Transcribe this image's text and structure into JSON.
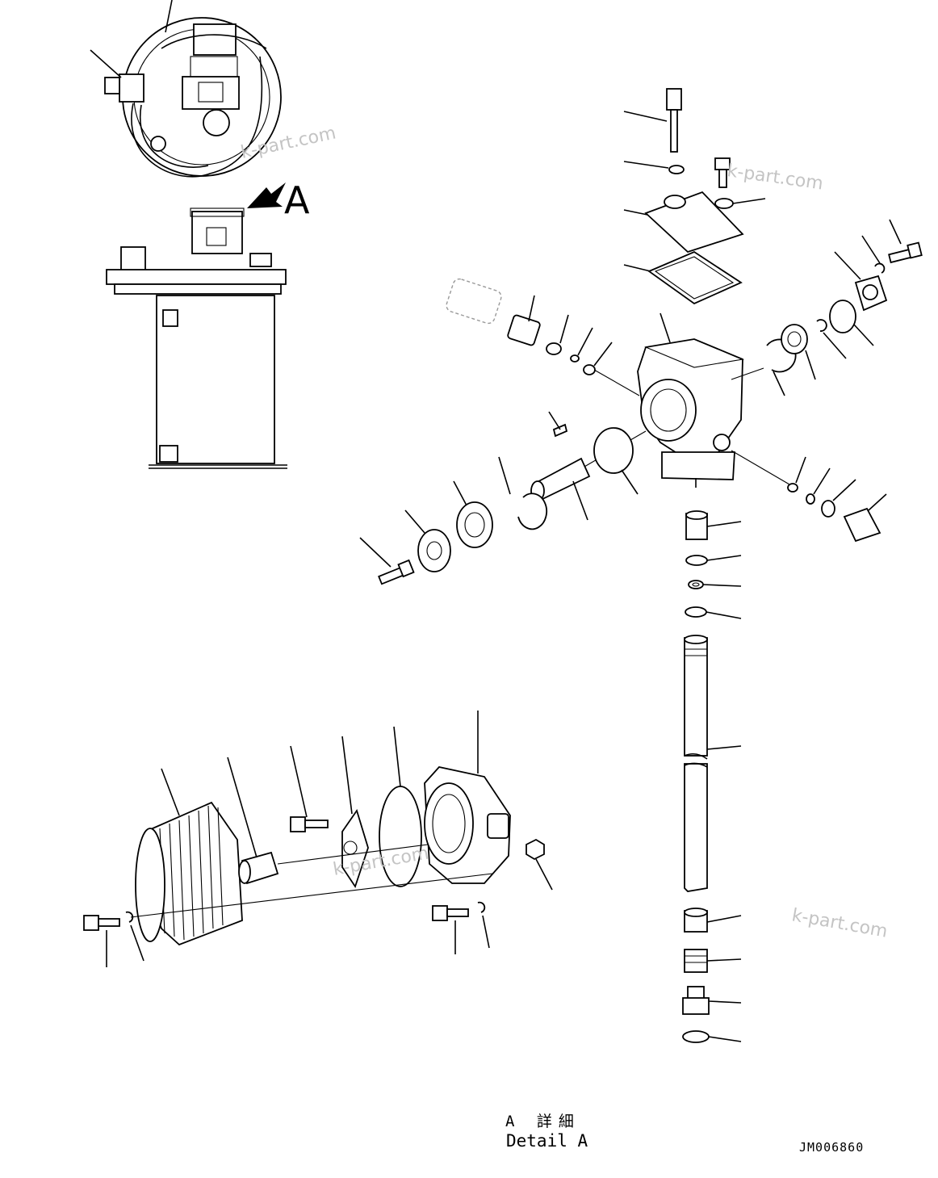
{
  "view_label": "A",
  "caption_jp": "A 詳細",
  "caption_en": "Detail A",
  "drawing_code": "JM006860",
  "watermark": "k-part.com"
}
